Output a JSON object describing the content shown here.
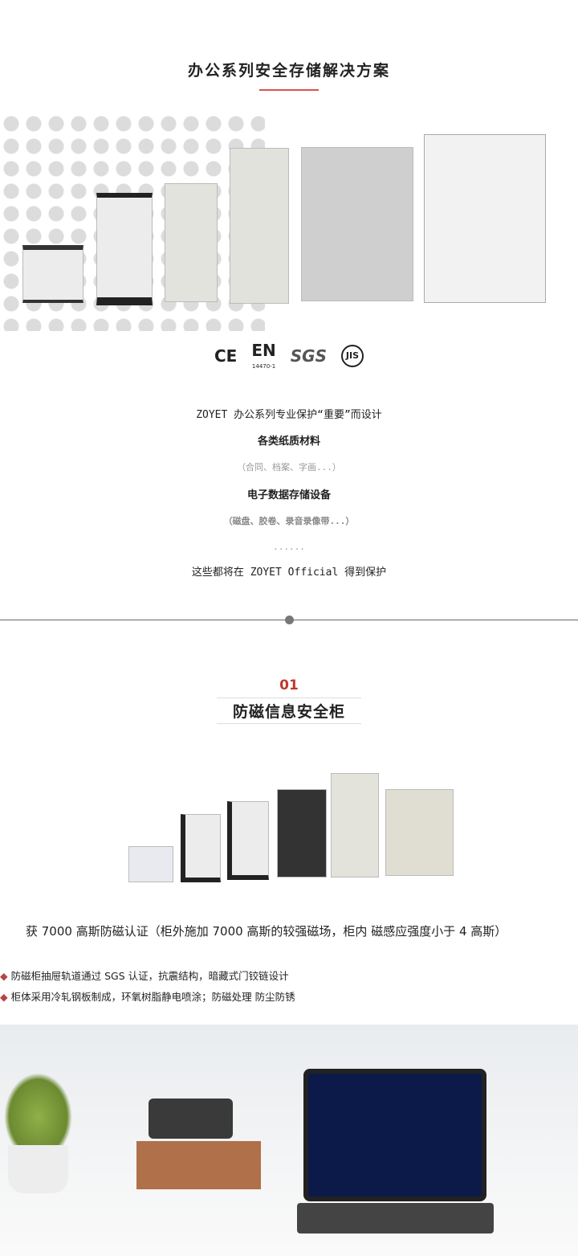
{
  "section1": {
    "title": "办公系列安全存储解决方案",
    "certs": [
      "CE",
      "EN",
      "SGS",
      "JIS"
    ],
    "cert_sub": "14470-1"
  },
  "intro": {
    "line1": "ZOYET 办公系列专业保护“重要”而设计",
    "item1": "各类纸质材料",
    "item1_sub": "（合同、档案、字画...）",
    "item2": "电子数据存储设备",
    "item2_sub": "（磁盘、胶卷、录音录像带...）",
    "dots": "......",
    "closing": "这些都将在 ZOYET Official 得到保护"
  },
  "section2": {
    "number": "01",
    "title": "防磁信息安全柜",
    "feature": "获 7000 高斯防磁认证（柜外施加 7000 高斯的较强磁场，柜内 磁感应强度小于 4 高斯）",
    "bullets": [
      "防磁柜抽屉轨道通过 SGS 认证，抗震结构，暗藏式门铰链设计",
      "柜体采用冷轧钢板制成，环氧树脂静电喷涂；防磁处理 防尘防锈"
    ]
  },
  "colors": {
    "accent": "#c0392b",
    "bullet": "#b84444"
  }
}
